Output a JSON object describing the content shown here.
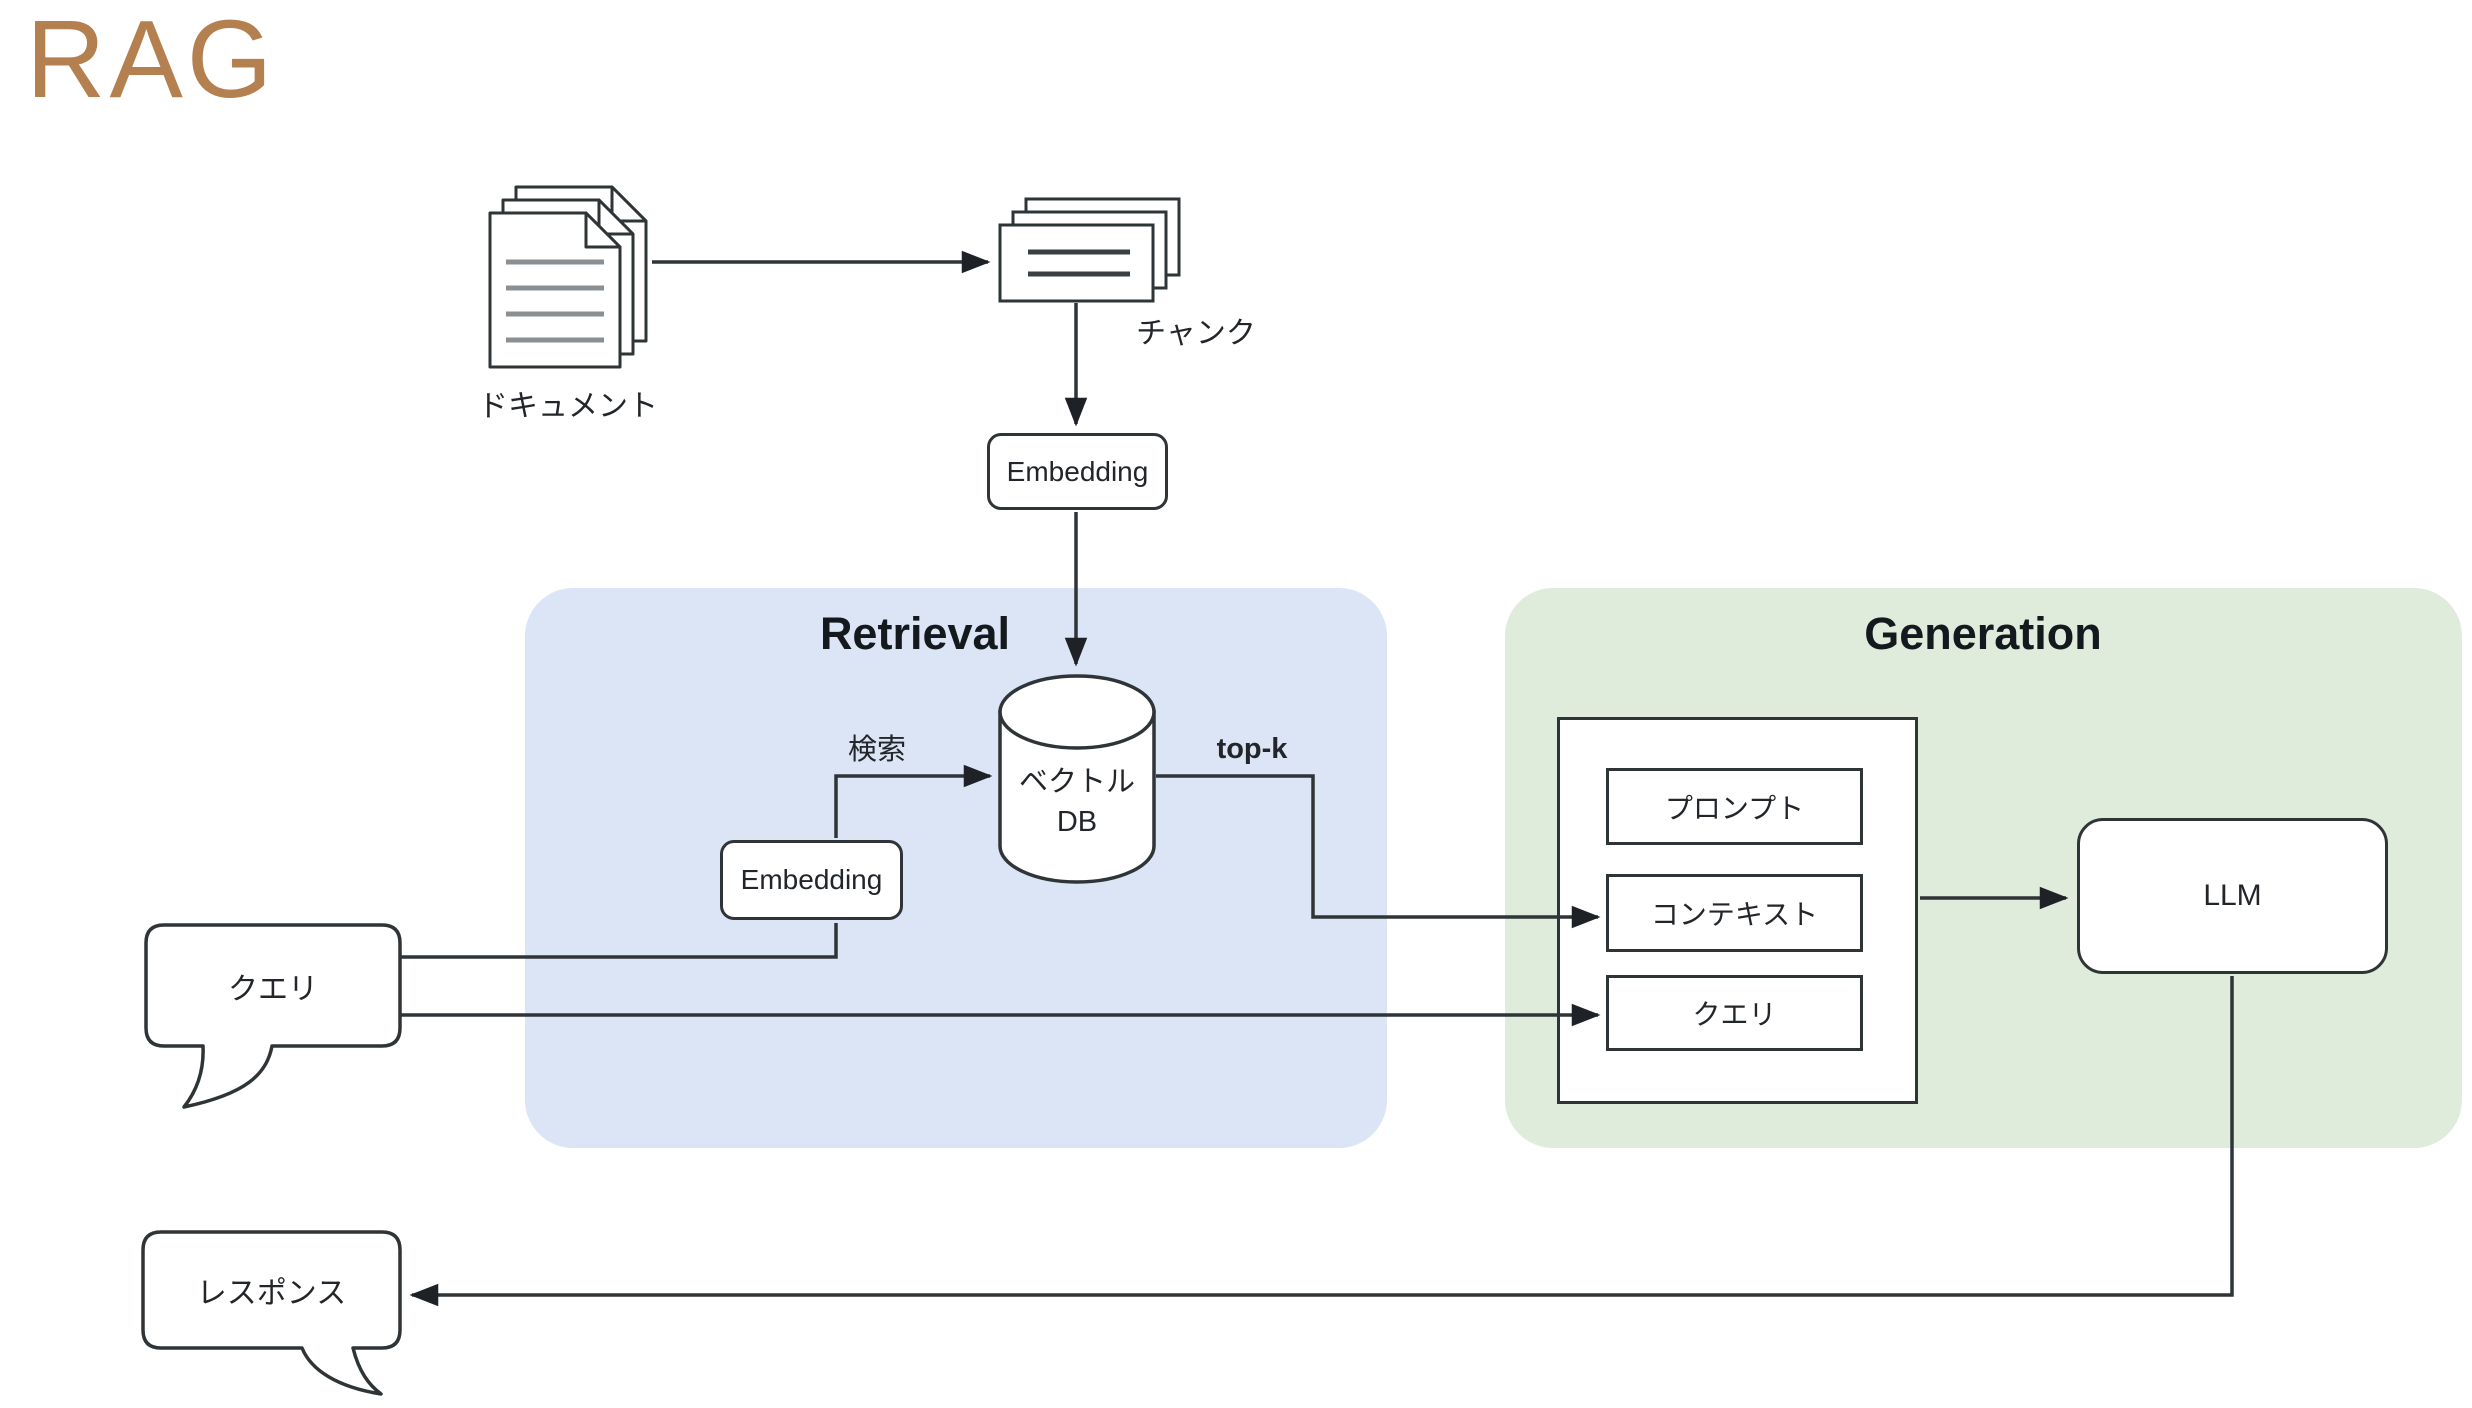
{
  "title": {
    "text": "RAG",
    "color": "#b5804f"
  },
  "regions": {
    "retrieval": {
      "label": "Retrieval",
      "fill": "#dbe5f6"
    },
    "generation": {
      "label": "Generation",
      "fill": "#dfecdb"
    }
  },
  "nodes": {
    "documents": {
      "label": "ドキュメント"
    },
    "chunks": {
      "label": "チャンク"
    },
    "embedding_ingest": {
      "label": "Embedding"
    },
    "embedding_query": {
      "label": "Embedding"
    },
    "vector_db": {
      "line1": "ベクトル",
      "line2": "DB"
    },
    "query": {
      "label": "クエリ"
    },
    "prompt": {
      "label": "プロンプト"
    },
    "context": {
      "label": "コンテキスト"
    },
    "query_slot": {
      "label": "クエリ"
    },
    "llm": {
      "label": "LLM"
    },
    "response": {
      "label": "レスポンス"
    }
  },
  "edges": {
    "search": {
      "label": "検索"
    },
    "topk": {
      "label": "top-k"
    }
  },
  "colors": {
    "line": "#2f3437",
    "box_border": "#2f3437",
    "doc_line": "#8a8f94"
  }
}
